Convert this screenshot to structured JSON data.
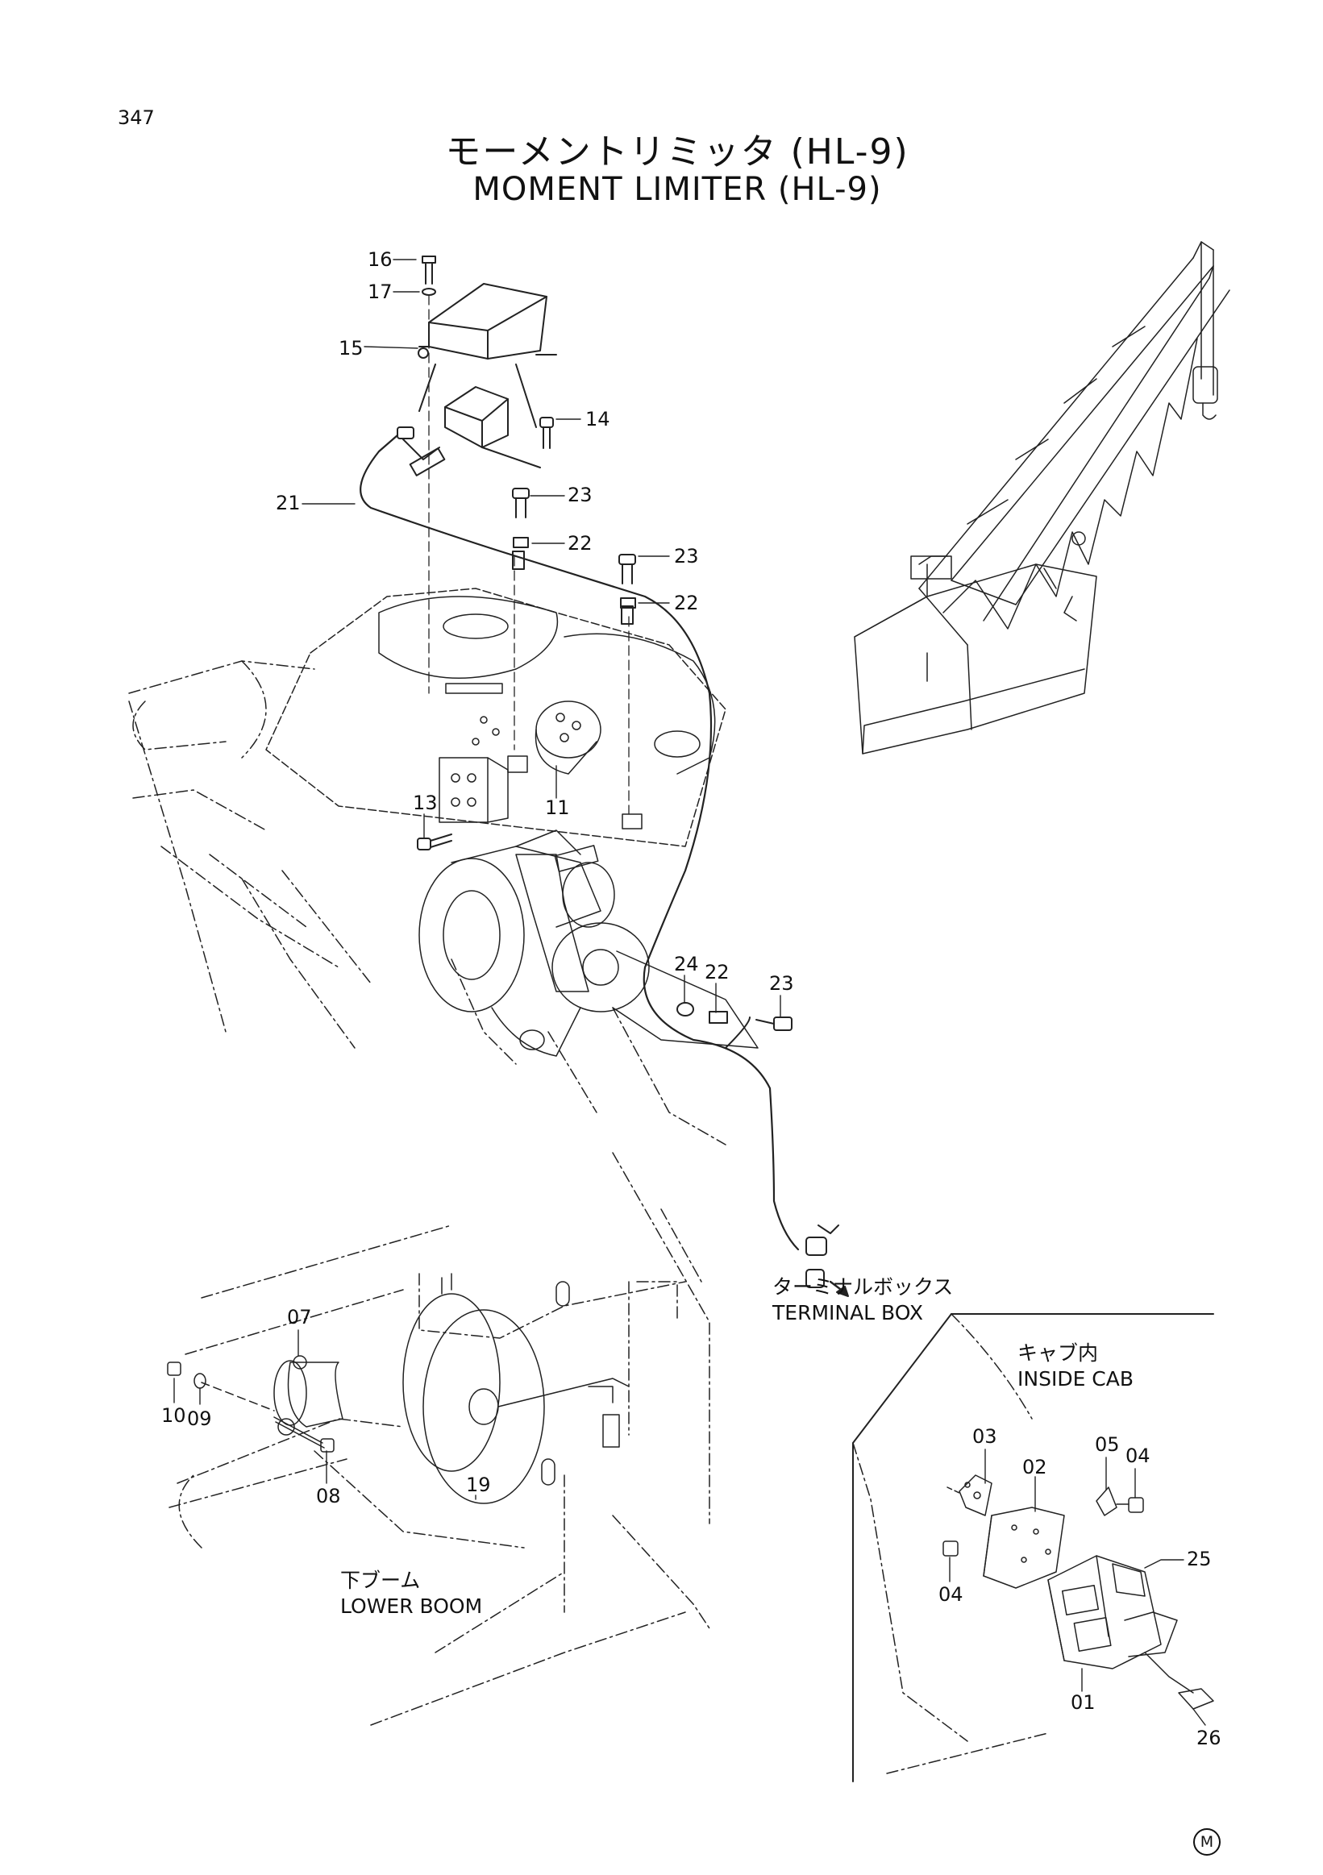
{
  "page_number": "347",
  "title_jp": "モーメントリミッタ (HL-9)",
  "title_en": "MOMENT LIMITER (HL-9)",
  "callouts": {
    "c16": "16",
    "c17": "17",
    "c15": "15",
    "c14": "14",
    "c21": "21",
    "c23a": "23",
    "c22a": "22",
    "c23b": "23",
    "c22b": "22",
    "c13": "13",
    "c11": "11",
    "c24": "24",
    "c22c": "22",
    "c23c": "23",
    "c07": "07",
    "c10": "10",
    "c09": "09",
    "c08": "08",
    "c19": "19",
    "c03": "03",
    "c02": "02",
    "c05": "05",
    "c04a": "04",
    "c25": "25",
    "c04b": "04",
    "c01": "01",
    "c26": "26"
  },
  "captions": {
    "terminal_box_jp": "ターミナルボックス",
    "terminal_box_en": "TERMINAL BOX",
    "inside_cab_jp": "キャブ内",
    "inside_cab_en": "INSIDE CAB",
    "lower_boom_jp": "下ブーム",
    "lower_boom_en": "LOWER BOOM"
  },
  "manufacturer_mark": "M"
}
